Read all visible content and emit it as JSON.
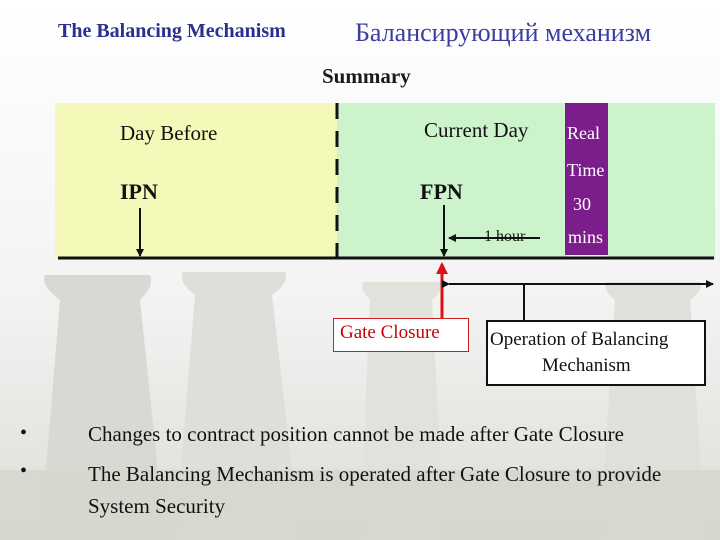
{
  "header": {
    "title_en": "The Balancing Mechanism",
    "title_ru": "Балансирующий механизм",
    "subtitle": "Summary"
  },
  "timeline": {
    "day_before": "Day Before",
    "current_day": "Current Day",
    "real_time_line1": "Real",
    "real_time_line2": "Time",
    "real_time_line3": "30",
    "real_time_line4": "mins",
    "ipn": "IPN",
    "fpn": "FPN",
    "one_hour": "1 hour",
    "gate_closure": "Gate Closure",
    "operation_line1": "Operation of Balancing",
    "operation_line2": "Mechanism"
  },
  "bullets": [
    {
      "marker": "•",
      "text": "Changes to contract position cannot be made after Gate Closure"
    },
    {
      "marker": "•",
      "text": "The Balancing Mechanism is operated after Gate Closure to provide  System Security"
    }
  ],
  "colors": {
    "day_before_bg": "#f4f8b8",
    "current_day_bg": "#ccf3cc",
    "real_time_bg": "#7b1d8a",
    "gate_closure_red": "#cc0000",
    "title_blue": "#2b2f8f"
  }
}
